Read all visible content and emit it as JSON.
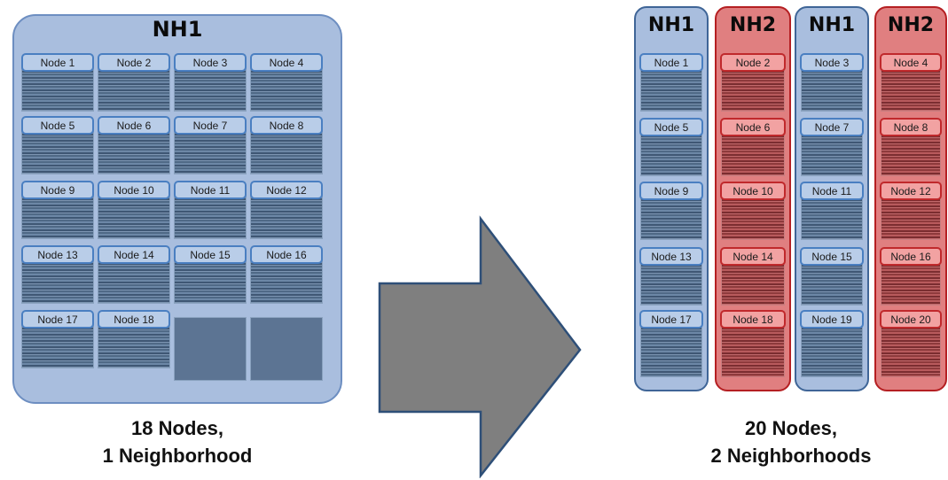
{
  "left": {
    "title": "NH1",
    "nodes": [
      "Node 1",
      "Node 2",
      "Node 3",
      "Node 4",
      "Node 5",
      "Node 6",
      "Node 7",
      "Node 8",
      "Node 9",
      "Node 10",
      "Node 11",
      "Node 12",
      "Node 13",
      "Node 14",
      "Node 15",
      "Node 16",
      "Node 17",
      "Node 18"
    ],
    "caption_line1": "18 Nodes,",
    "caption_line2": "1 Neighborhood"
  },
  "right": {
    "columns": [
      {
        "title": "NH1",
        "color": "blue",
        "nodes": [
          "Node 1",
          "Node 5",
          "Node 9",
          "Node 13",
          "Node 17"
        ]
      },
      {
        "title": "NH2",
        "color": "red",
        "nodes": [
          "Node 2",
          "Node 6",
          "Node 10",
          "Node 14",
          "Node 18"
        ]
      },
      {
        "title": "NH1",
        "color": "blue",
        "nodes": [
          "Node 3",
          "Node 7",
          "Node 11",
          "Node 15",
          "Node 19"
        ]
      },
      {
        "title": "NH2",
        "color": "red",
        "nodes": [
          "Node 4",
          "Node 8",
          "Node 12",
          "Node 16",
          "Node 20"
        ]
      }
    ],
    "caption_line1": "20 Nodes,",
    "caption_line2": "2 Neighborhoods"
  },
  "colors": {
    "nh1_fill": "#a9bede",
    "nh1_border": "#3f6597",
    "nh2_fill": "#e07f80",
    "nh2_border": "#b51f22",
    "arrow_fill": "#7f7f7f",
    "arrow_border": "#2e4f78"
  },
  "arrow": {
    "icon": "right-arrow-icon"
  }
}
